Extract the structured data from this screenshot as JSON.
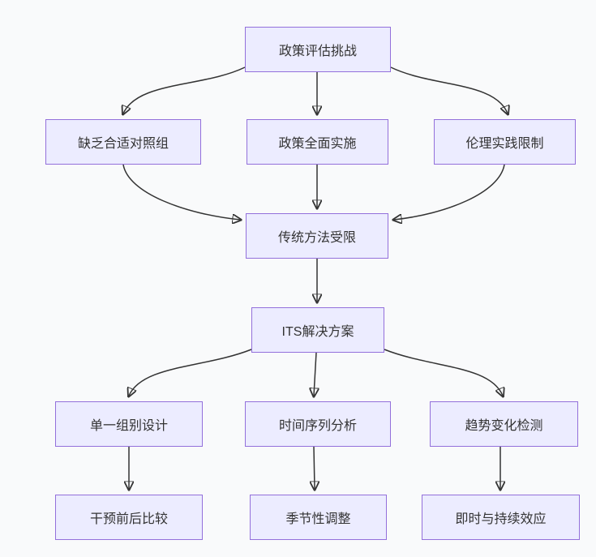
{
  "diagram": {
    "type": "flowchart",
    "direction": "top-down",
    "colors": {
      "background": "#f9fafb",
      "node_fill": "#ECECFF",
      "node_border": "#9370DB",
      "edge": "#333333",
      "text": "#333333"
    },
    "nodes": [
      {
        "id": "policy-challenge",
        "label": "政策评估挑战"
      },
      {
        "id": "lack-control-group",
        "label": "缺乏合适对照组"
      },
      {
        "id": "full-implementation",
        "label": "政策全面实施"
      },
      {
        "id": "ethics-practice-limits",
        "label": "伦理实践限制"
      },
      {
        "id": "traditional-methods-limited",
        "label": "传统方法受限"
      },
      {
        "id": "its-solution",
        "label": "ITS解决方案"
      },
      {
        "id": "single-group-design",
        "label": "单一组别设计"
      },
      {
        "id": "time-series-analysis",
        "label": "时间序列分析"
      },
      {
        "id": "trend-change-detection",
        "label": "趋势变化检测"
      },
      {
        "id": "pre-post-comparison",
        "label": "干预前后比较"
      },
      {
        "id": "seasonal-adjustment",
        "label": "季节性调整"
      },
      {
        "id": "immediate-sustained-effects",
        "label": "即时与持续效应"
      }
    ],
    "edges": [
      {
        "from": "政策评估挑战",
        "to": "缺乏合适对照组"
      },
      {
        "from": "政策评估挑战",
        "to": "政策全面实施"
      },
      {
        "from": "政策评估挑战",
        "to": "伦理实践限制"
      },
      {
        "from": "缺乏合适对照组",
        "to": "传统方法受限"
      },
      {
        "from": "政策全面实施",
        "to": "传统方法受限"
      },
      {
        "from": "伦理实践限制",
        "to": "传统方法受限"
      },
      {
        "from": "传统方法受限",
        "to": "ITS解决方案"
      },
      {
        "from": "ITS解决方案",
        "to": "单一组别设计"
      },
      {
        "from": "ITS解决方案",
        "to": "时间序列分析"
      },
      {
        "from": "ITS解决方案",
        "to": "趋势变化检测"
      },
      {
        "from": "单一组别设计",
        "to": "干预前后比较"
      },
      {
        "from": "时间序列分析",
        "to": "季节性调整"
      },
      {
        "from": "趋势变化检测",
        "to": "即时与持续效应"
      }
    ]
  }
}
